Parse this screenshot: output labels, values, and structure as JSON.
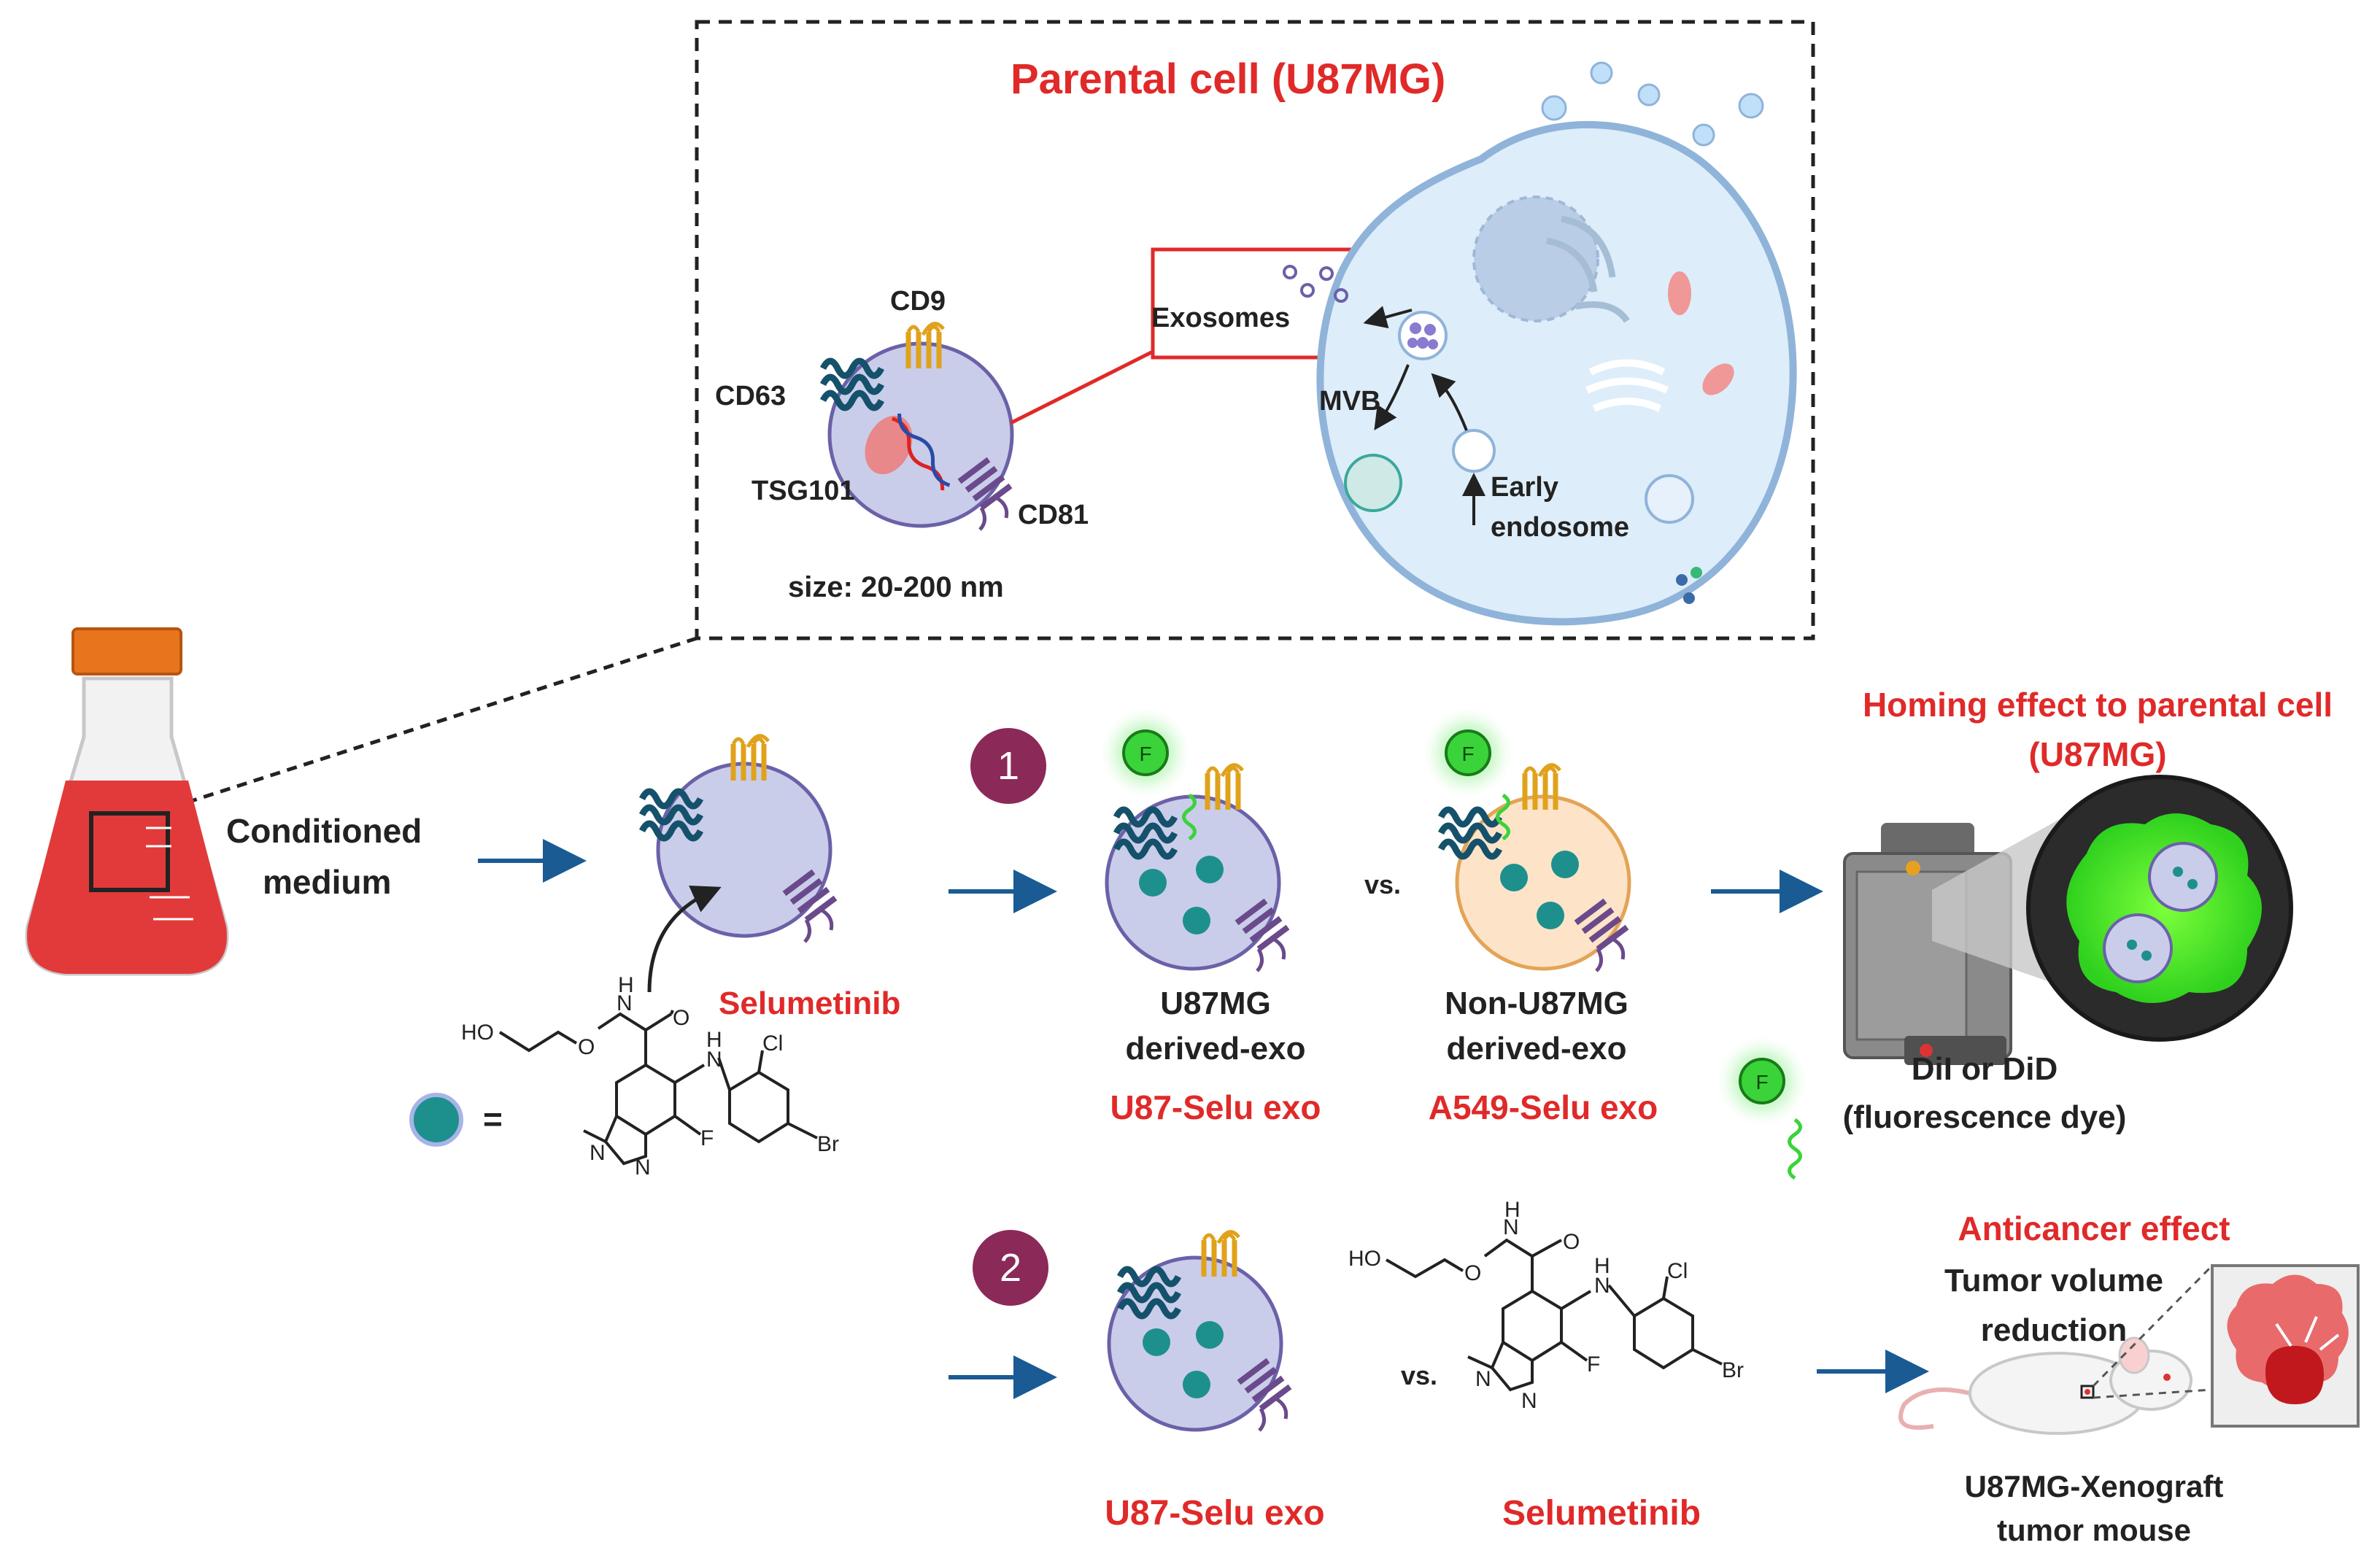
{
  "colors": {
    "accent_red": "#e02a2a",
    "arrow_blue": "#1a5b94",
    "exosome_fill": "#c9cdea",
    "exosome_stroke": "#6b61a8",
    "nonu87_fill": "#fde3c8",
    "nonu87_stroke": "#e3a458",
    "cell_fill": "#ddeefa",
    "cell_stroke": "#8fb3d9",
    "drug_teal": "#1d8f8c",
    "badge_purple": "#8b2a58",
    "flask_medium": "#e23a3a"
  },
  "parental": {
    "title": "Parental cell (U87MG)",
    "exosome_markers": {
      "cd9": "CD9",
      "cd63": "CD63",
      "tsg101": "TSG101",
      "cd81": "CD81"
    },
    "size": "size: 20-200 nm",
    "exosomes": "Exosomes",
    "mvb": "MVB",
    "early": "Early",
    "endosome": "endosome"
  },
  "flask": {
    "conditioned": "Conditioned",
    "medium": "medium"
  },
  "drug": {
    "name": "Selumetinib",
    "equals": "=",
    "atoms": {
      "ho": "HO",
      "o": "O",
      "n": "N",
      "h": "H",
      "cl": "Cl",
      "f": "F",
      "br": "Br"
    }
  },
  "step1": {
    "badge": "1",
    "exo1_line1": "U87MG",
    "exo1_line2": "derived-exo",
    "exo1_name": "U87-Selu exo",
    "vs": "vs.",
    "exo2_line1": "Non-U87MG",
    "exo2_line2": "derived-exo",
    "exo2_name": "A549-Selu exo",
    "fluor_letter": "F",
    "homing_line1": "Homing effect to parental cell",
    "homing_line2": "(U87MG)",
    "dye_line1": "DiI or DiD",
    "dye_line2": "(fluorescence dye)"
  },
  "step2": {
    "badge": "2",
    "exo_name": "U87-Selu exo",
    "vs": "vs.",
    "drug_name": "Selumetinib",
    "anticancer": "Anticancer effect",
    "tumor_line1": "Tumor volume",
    "tumor_line2": "reduction",
    "mouse_line1": "U87MG-Xenograft",
    "mouse_line2": "tumor mouse"
  }
}
